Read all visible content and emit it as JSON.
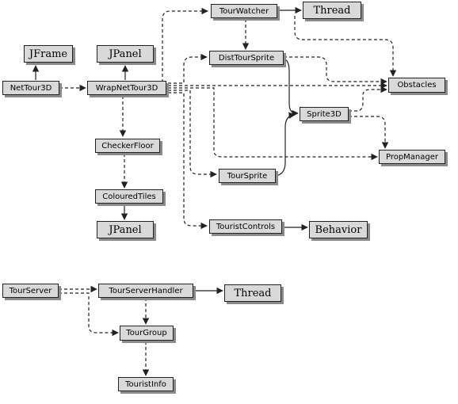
{
  "nodes": {
    "jframe": "JFrame",
    "jpanel_top": "JPanel",
    "nettour3d": "NetTour3D",
    "wrapnettour3d": "WrapNetTour3D",
    "tourwatcher": "TourWatcher",
    "thread_top": "Thread",
    "disttoursprite": "DistTourSprite",
    "obstacles": "Obstacles",
    "sprite3d": "Sprite3D",
    "propmanager": "PropManager",
    "checkerfloor": "CheckerFloor",
    "colouredtiles": "ColouredTiles",
    "jpanel_bottom": "JPanel",
    "toursprite": "TourSprite",
    "touristcontrols": "TouristControls",
    "behavior": "Behavior",
    "tourserver": "TourServer",
    "tourserverhandler": "TourServerHandler",
    "thread_bottom": "Thread",
    "tourgroup": "TourGroup",
    "touristinfo": "TouristInfo"
  }
}
